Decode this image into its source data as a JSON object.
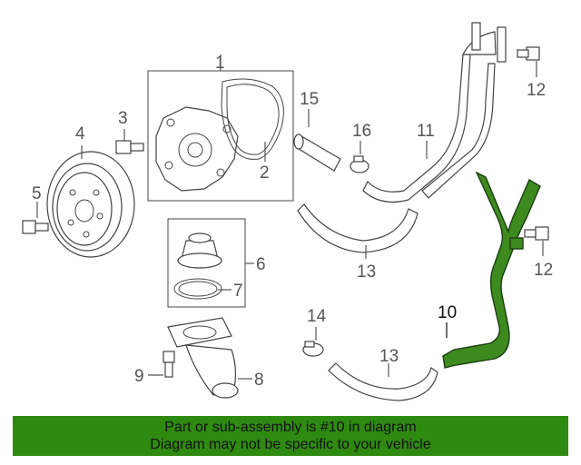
{
  "callouts": {
    "c1": "1",
    "c2": "2",
    "c3": "3",
    "c4": "4",
    "c5": "5",
    "c6": "6",
    "c7": "7",
    "c8": "8",
    "c9": "9",
    "c10": "10",
    "c11": "11",
    "c12a": "12",
    "c12b": "12",
    "c13a": "13",
    "c13b": "13",
    "c14": "14",
    "c15": "15",
    "c16": "16"
  },
  "highlight_color": "#3d8a1e",
  "banner": {
    "background": "#2f8a12",
    "line1": "Part or sub-assembly is #10 in diagram",
    "line2": "Diagram may not be specific to your vehicle"
  }
}
